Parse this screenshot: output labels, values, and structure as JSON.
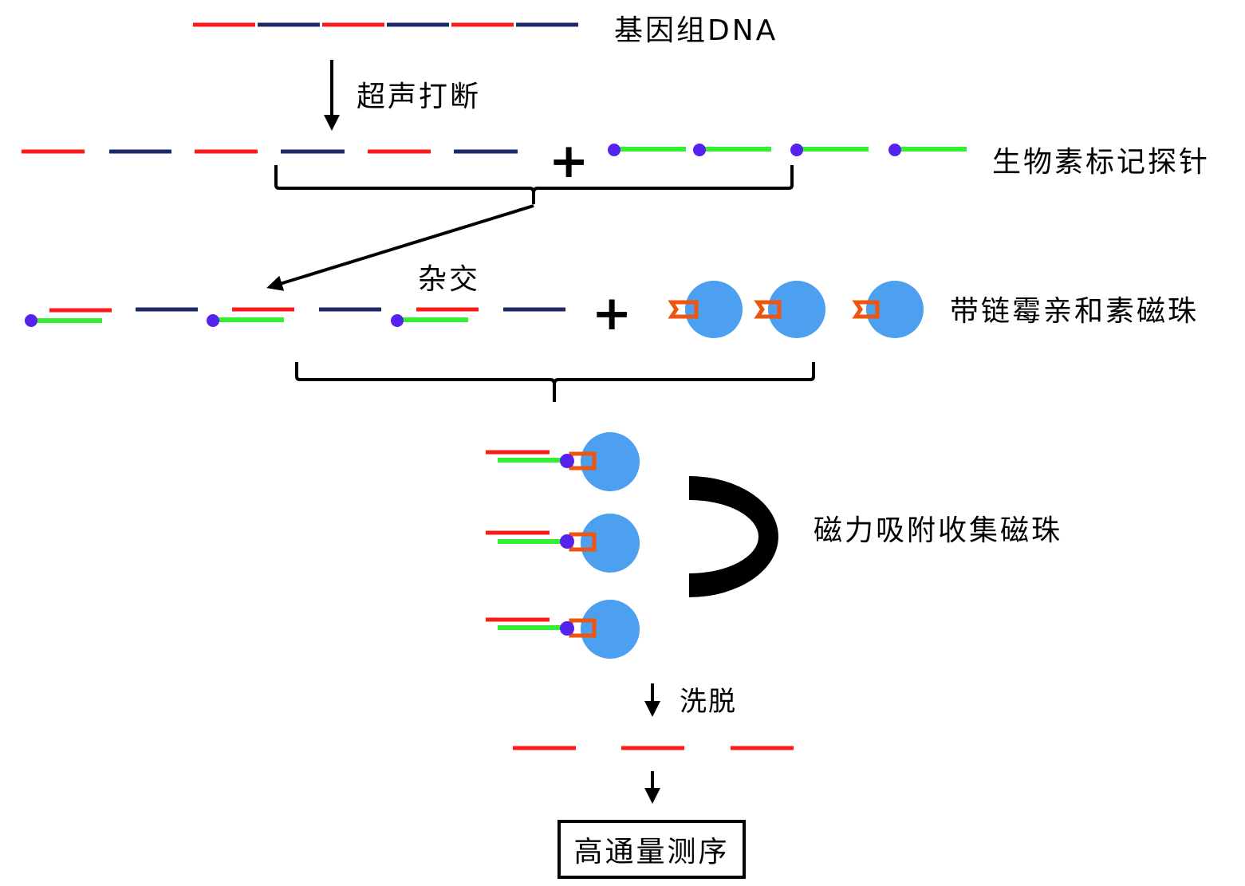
{
  "labels": {
    "genomic_dna": "基因组DNA",
    "sonication": "超声打断",
    "biotin_probe": "生物素标记探针",
    "hybridization": "杂交",
    "streptavidin_beads": "带链霉亲和素磁珠",
    "magnetic_capture": "磁力吸附收集磁珠",
    "elution": "洗脱",
    "sequencing": "高通量测序"
  },
  "symbols": {
    "plus": "+"
  },
  "colors": {
    "target_dna": "#ff1a1a",
    "other_dna": "#1f2a6b",
    "probe": "#33ee33",
    "biotin": "#5522ee",
    "streptavidin": "#ee5511",
    "bead": "#4d9ff0",
    "magnet": "#000000"
  }
}
